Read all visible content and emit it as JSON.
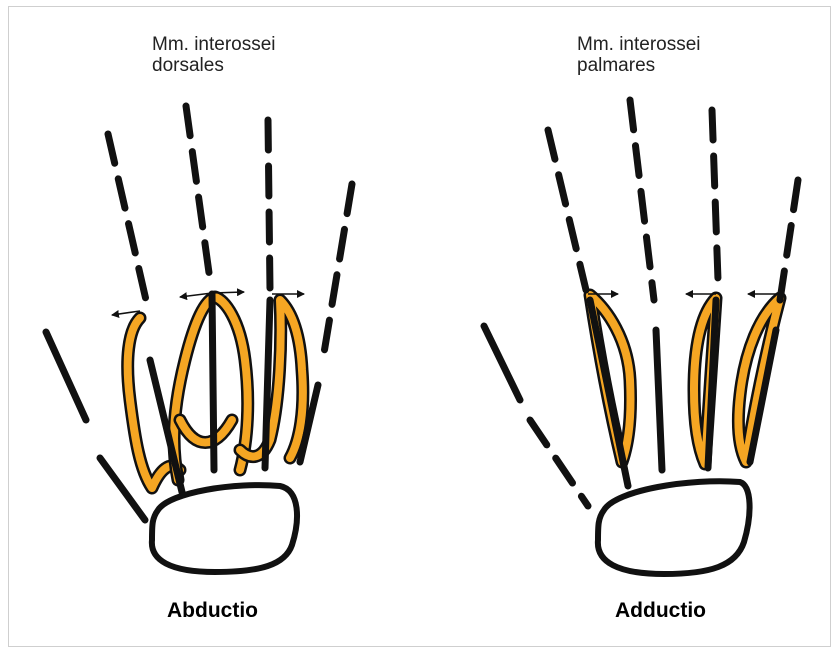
{
  "left_panel": {
    "label_line1": "Mm. interossei",
    "label_line2": "dorsales",
    "title": "Abductio"
  },
  "right_panel": {
    "label_line1": "Mm. interossei",
    "label_line2": "palmares",
    "title": "Adductio"
  },
  "colors": {
    "muscle": "#f5a623",
    "bone": "#111111",
    "background": "#ffffff"
  }
}
